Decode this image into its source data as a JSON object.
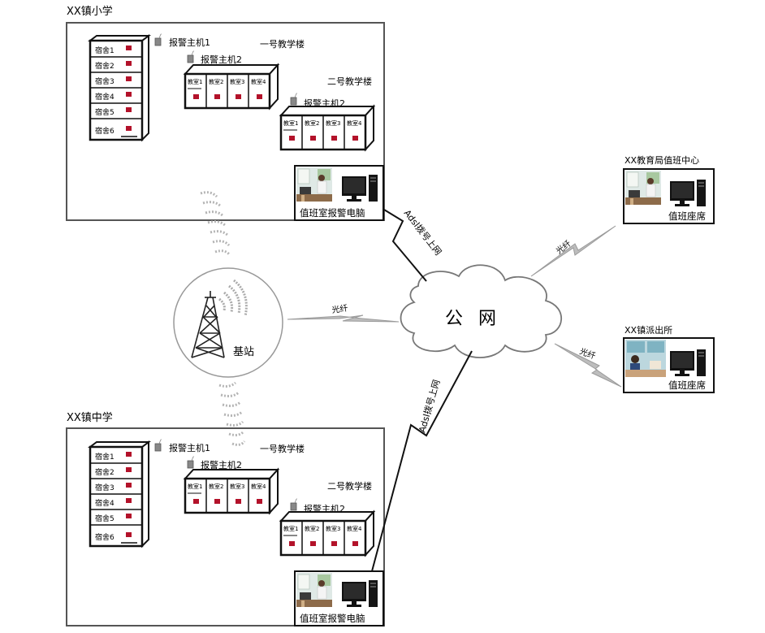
{
  "colors": {
    "alarm_red": "#b3122a",
    "line": "#111111",
    "cloud_stroke": "#666666",
    "signal": "#999999"
  },
  "primary_school": {
    "title": "XX镇小学",
    "host1": "报警主机1",
    "host2": "报警主机2",
    "host3": "报警主机2",
    "building1": "一号教学楼",
    "building2": "二号教学楼",
    "dorms": [
      "宿舍1",
      "宿舍2",
      "宿舍3",
      "宿舍4",
      "宿舍5",
      "宿舍6"
    ],
    "rooms_a": [
      "教室1",
      "教室2",
      "教室3",
      "教室4"
    ],
    "rooms_b": [
      "教室1",
      "教室2",
      "教室3",
      "教室4"
    ],
    "duty_pc": "值班室报警电脑"
  },
  "middle_school": {
    "title": "XX镇中学",
    "host1": "报警主机1",
    "host2": "报警主机2",
    "host3": "报警主机2",
    "building1": "一号教学楼",
    "building2": "二号教学楼",
    "dorms": [
      "宿舍1",
      "宿舍2",
      "宿舍3",
      "宿舍4",
      "宿舍5",
      "宿舍6"
    ],
    "rooms_a": [
      "教室1",
      "教室2",
      "教室3",
      "教室4"
    ],
    "rooms_b": [
      "教室1",
      "教室2",
      "教室3",
      "教室4"
    ],
    "duty_pc": "值班室报警电脑"
  },
  "network": {
    "cloud": "公 网",
    "base_station": "基站",
    "fiber": "光纤",
    "adsl_top": "Adsl拨号上网",
    "adsl_bottom": "Adsl拨号上网"
  },
  "education_bureau": {
    "title": "XX教育局值班中心",
    "seat": "值班座席"
  },
  "police_station": {
    "title": "XX镇派出所",
    "seat": "值班座席"
  }
}
